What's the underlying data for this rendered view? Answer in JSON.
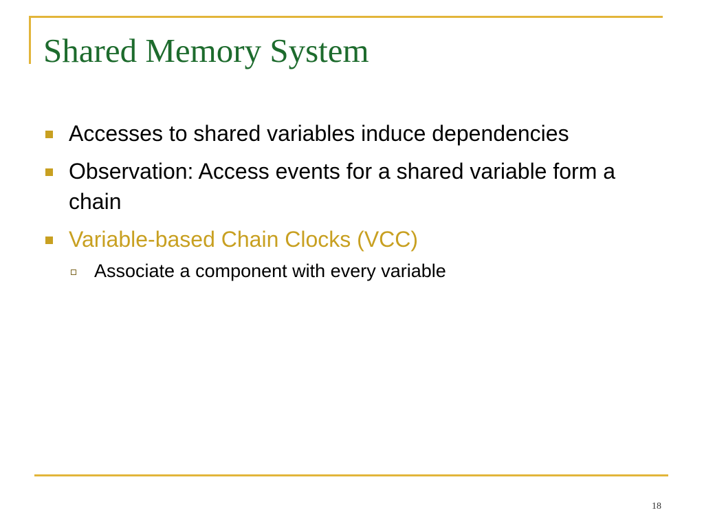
{
  "slide": {
    "title": "Shared Memory System",
    "bullets": [
      {
        "text": "Accesses to shared variables induce dependencies"
      },
      {
        "text": "Observation: Access events for a shared variable form a chain"
      },
      {
        "text": "Variable-based Chain Clocks (VCC)"
      }
    ],
    "sub_bullets": [
      {
        "text": "Associate a component with every variable"
      }
    ],
    "page_number": "18"
  },
  "colors": {
    "title": "#1D6B2D",
    "accent": "#C8A021",
    "rule": "#E2B53A",
    "text": "#000000"
  },
  "icons": {
    "bullet": "filled-square-bullet-icon",
    "sub_bullet": "hollow-square-bullet-icon"
  }
}
